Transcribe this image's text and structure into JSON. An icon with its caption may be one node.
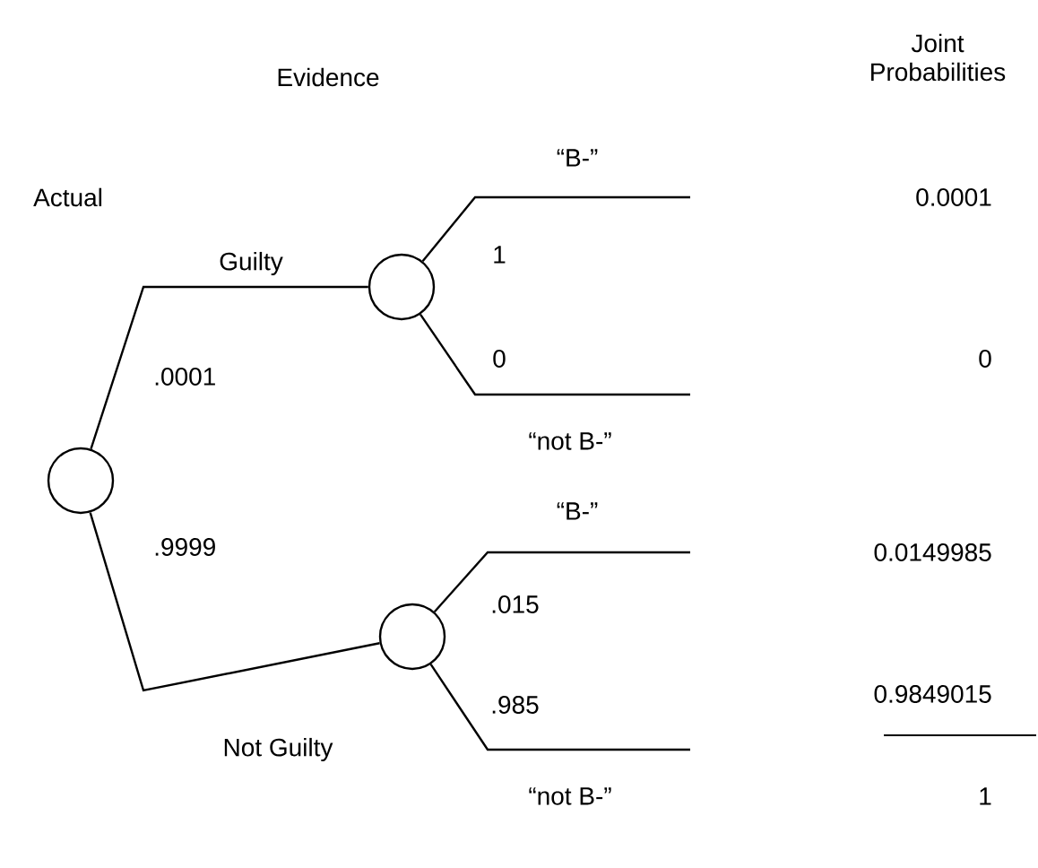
{
  "diagram": {
    "nodes": [
      {
        "text": [],
        "shape": "circle"
      },
      {
        "text": [],
        "shape": "circle"
      },
      {
        "text": [],
        "shape": "circle"
      }
    ],
    "edges": [
      {
        "from": 0,
        "to": 1,
        "arrow": "none",
        "label": "Guilty"
      },
      {
        "from": 0,
        "to": 2,
        "arrow": "none",
        "label": "Not Guilty"
      },
      {
        "from": 1,
        "to": null,
        "arrow": "none",
        "label": "“B-”"
      },
      {
        "from": 1,
        "to": null,
        "arrow": "none",
        "label": "“not B-”"
      },
      {
        "from": 2,
        "to": null,
        "arrow": "none",
        "label": "“B-”"
      },
      {
        "from": 2,
        "to": null,
        "arrow": "none",
        "label": "“not B-”"
      }
    ],
    "labels": [
      "Joint Probabilities",
      "Evidence",
      "Actual",
      "0.0001",
      "1",
      ".0001",
      "0",
      "0",
      ".9999",
      "0.0149985",
      ".015",
      ".985",
      "0.9849015",
      "1"
    ]
  }
}
